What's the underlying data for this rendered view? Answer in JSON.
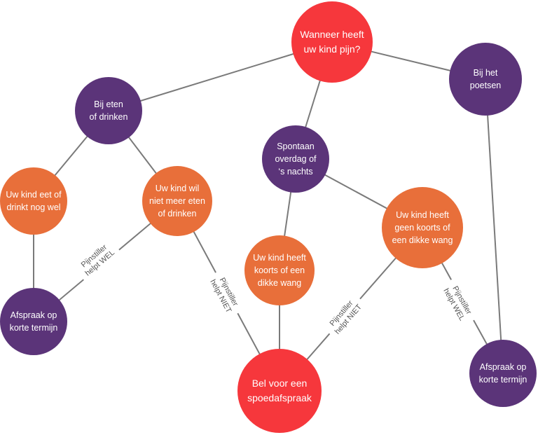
{
  "nodes": {
    "root": "Wanneer heeft\nuw kind pijn?",
    "eating": "Bij eten\nof drinken",
    "brushing": "Bij het\npoetsen",
    "spontaneous": "Spontaan\noverdag of\n‘s nachts",
    "still_eats": "Uw kind eet of\ndrinkt nog wel",
    "wont_eat": "Uw kind wil\nniet meer eten\nof drinken",
    "fever": "Uw kind heeft\nkoorts of een\ndikke wang",
    "no_fever": "Uw kind heeft\ngeen koorts of\neen dikke wang",
    "appt_left": "Afspraak op\nkorte termijn",
    "emergency": "Bel voor een\nspoedafspraak",
    "appt_right": "Afspraak op\nkorte termijn"
  },
  "edge_labels": {
    "painkiller_works_left": "Pijnstiller\nhelpt WEL",
    "painkiller_fails_left": "Pijnstiller\nhelpt NIET",
    "painkiller_fails_right": "Pijnstiller\nhelpt NIET",
    "painkiller_works_right": "Pijnstiller\nhelpt WEL"
  },
  "colors": {
    "purple": "#5b3479",
    "orange": "#e86f3a",
    "red": "#f6373c",
    "line": "#7a7a7a"
  }
}
